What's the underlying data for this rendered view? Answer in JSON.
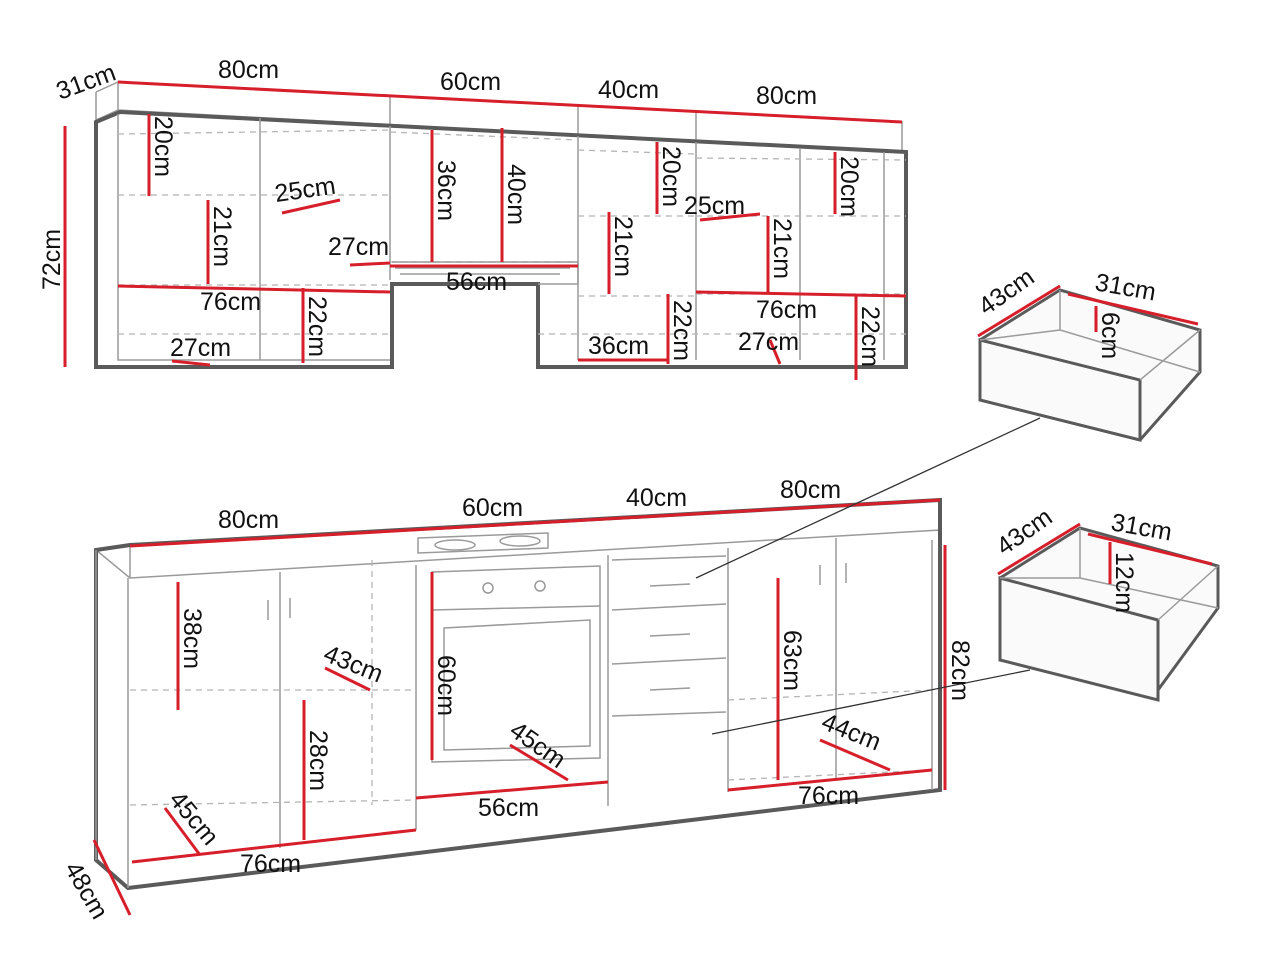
{
  "upper_cabinets": {
    "depth": "31cm",
    "height": "72cm",
    "widths": [
      "80cm",
      "60cm",
      "40cm",
      "80cm"
    ],
    "inner": {
      "w80_left": {
        "shelf_gap_top": "20cm",
        "shelf_depth": "25cm",
        "shelf_gap_mid": "21cm",
        "inner_width": "76cm",
        "bottom_depth": "27cm",
        "bottom_gap": "22cm",
        "side_depth": "27cm"
      },
      "w60": {
        "door_height": "36cm",
        "inner_height": "40cm",
        "inner_width": "56cm"
      },
      "w40": {
        "shelf_gap_top": "20cm",
        "shelf_gap_mid": "21cm",
        "bottom_width": "36cm",
        "bottom_gap": "22cm"
      },
      "w80_right": {
        "shelf_depth": "25cm",
        "shelf_gap_top": "20cm",
        "shelf_gap_mid": "21cm",
        "inner_width": "76cm",
        "bottom_depth": "27cm",
        "bottom_gap": "22cm"
      }
    }
  },
  "lower_cabinets": {
    "depth": "48cm",
    "height": "82cm",
    "widths": [
      "80cm",
      "60cm",
      "40cm",
      "80cm"
    ],
    "inner": {
      "w80_left": {
        "upper_height": "38cm",
        "shelf_depth": "43cm",
        "lower_height": "28cm",
        "bottom_depth": "45cm",
        "inner_width": "76cm"
      },
      "w60": {
        "oven_height": "60cm",
        "oven_depth": "45cm",
        "inner_width": "56cm"
      },
      "w80_right": {
        "inner_height": "63cm",
        "bottom_depth": "44cm",
        "inner_width": "76cm"
      }
    }
  },
  "drawer_top": {
    "depth": "43cm",
    "width": "31cm",
    "height": "6cm"
  },
  "drawer_bottom": {
    "depth": "43cm",
    "width": "31cm",
    "height": "12cm"
  }
}
